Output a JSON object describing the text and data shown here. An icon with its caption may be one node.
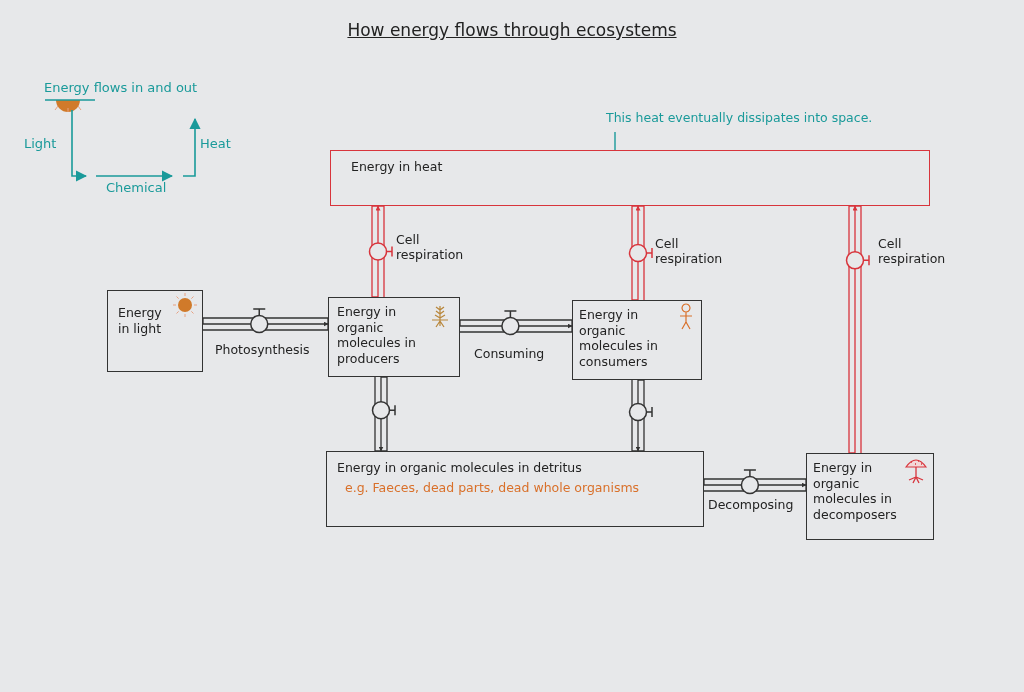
{
  "diagram": {
    "title": "How energy flows through ecosystems",
    "nodes": [
      {
        "text": [
          "This heat eventually dissipates into space."
        ]
      },
      {
        "text": [
          "Energy in heat"
        ]
      },
      {
        "text": [
          "Energy in light"
        ]
      },
      {
        "text": [
          "Energy in organic molecules in producers"
        ]
      },
      {
        "text": [
          "Energy in organic molecules in consumers"
        ]
      },
      {
        "text": [
          "Energy in organic molecules in detritus",
          "e.g. Faeces, dead parts, dead whole organisms"
        ]
      },
      {
        "text": [
          "Energy in organic molecules in decomposers"
        ]
      }
    ],
    "edges": [
      {
        "from": 0,
        "to": 1,
        "arrow": "none",
        "color": "#1a9a9a"
      },
      {
        "from": 2,
        "to": 3,
        "arrow": "to",
        "label": "Photosynthesis"
      },
      {
        "from": 3,
        "to": 4,
        "arrow": "to",
        "label": "Consuming"
      },
      {
        "from": 3,
        "to": 1,
        "arrow": "to",
        "label": "Cell respiration",
        "color": "#d8343c"
      },
      {
        "from": 4,
        "to": 1,
        "arrow": "to",
        "label": "Cell respiration",
        "color": "#d8343c"
      },
      {
        "from": 6,
        "to": 1,
        "arrow": "to",
        "label": "Cell respiration",
        "color": "#d8343c"
      },
      {
        "from": 3,
        "to": 5,
        "arrow": "to"
      },
      {
        "from": 4,
        "to": 5,
        "arrow": "to"
      },
      {
        "from": 5,
        "to": 6,
        "arrow": "to",
        "label": "Decomposing"
      }
    ],
    "labels": [
      "Energy flows in and out",
      "Light",
      "Heat",
      "Chemical"
    ]
  }
}
